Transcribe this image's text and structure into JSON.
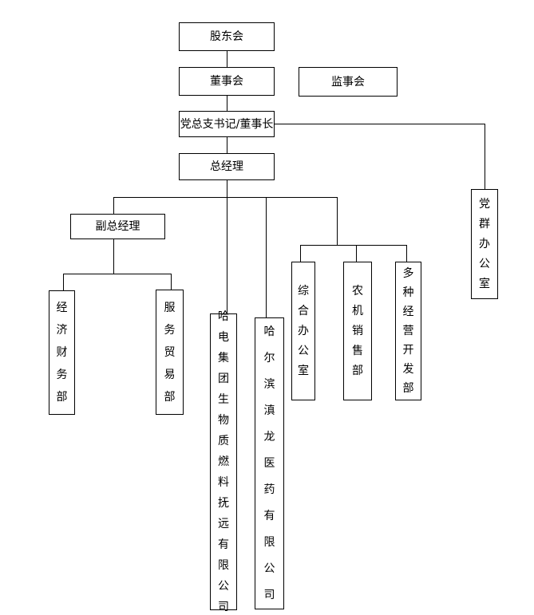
{
  "diagram": {
    "type": "organization-chart",
    "background_color": "#ffffff",
    "line_color": "#000000",
    "text_color": "#000000"
  },
  "nodes": {
    "shareholders_meeting": {
      "label": "股东会"
    },
    "board_of_directors": {
      "label": "董事会"
    },
    "supervisory_board": {
      "label": "监事会"
    },
    "party_branch_secretary_chairman": {
      "label": "党总支书记/董事长"
    },
    "general_manager": {
      "label": "总经理"
    },
    "deputy_general_manager": {
      "label": "副总经理"
    },
    "party_mass_office": {
      "label": "党群办公室"
    },
    "economic_finance_department": {
      "label": "经济财务部"
    },
    "service_trade_department": {
      "label": "服务贸易部"
    },
    "hadian_group_biomass_fuel_fuyuan_company": {
      "label": "哈电集团生物质燃料抚远有限公司"
    },
    "harbin_dianlong_pharmaceutical_company": {
      "label": "哈尔滨滇龙医药有限公司"
    },
    "general_office": {
      "label": "综合办公室"
    },
    "agricultural_machinery_sales_department": {
      "label": "农机销售部"
    },
    "diversified_operation_development_department": {
      "label": "多种经营开发部"
    }
  },
  "edges": [
    {
      "from": "shareholders_meeting",
      "to": "board_of_directors"
    },
    {
      "from": "board_of_directors",
      "to": "party_branch_secretary_chairman"
    },
    {
      "from": "party_branch_secretary_chairman",
      "to": "general_manager"
    },
    {
      "from": "party_branch_secretary_chairman",
      "to": "party_mass_office"
    },
    {
      "from": "general_manager",
      "to": "deputy_general_manager"
    },
    {
      "from": "general_manager",
      "to": "hadian_group_biomass_fuel_fuyuan_company"
    },
    {
      "from": "general_manager",
      "to": "harbin_dianlong_pharmaceutical_company"
    },
    {
      "from": "general_manager",
      "to": "general_office"
    },
    {
      "from": "general_manager",
      "to": "agricultural_machinery_sales_department"
    },
    {
      "from": "general_manager",
      "to": "diversified_operation_development_department"
    },
    {
      "from": "deputy_general_manager",
      "to": "economic_finance_department"
    },
    {
      "from": "deputy_general_manager",
      "to": "service_trade_department"
    }
  ]
}
